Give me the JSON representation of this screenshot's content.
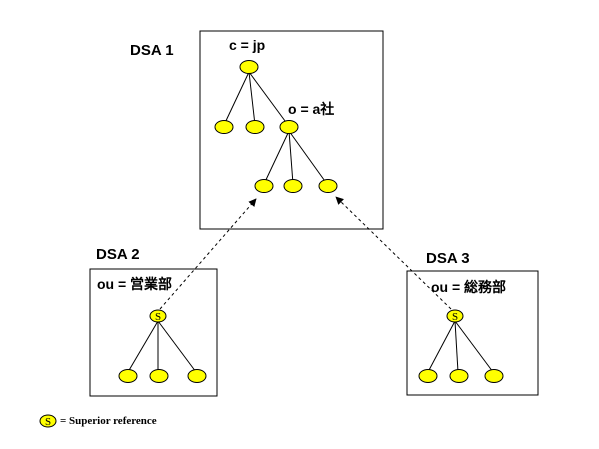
{
  "dsa1": {
    "title": "DSA 1",
    "root_label": "c = jp",
    "node_label": "o = a社"
  },
  "dsa2": {
    "title": "DSA 2",
    "label": "ou = 営業部"
  },
  "dsa3": {
    "title": "DSA 3",
    "label": "ou = 総務部"
  },
  "legend": {
    "symbol": "S",
    "text": "= Superior reference"
  },
  "colors": {
    "node_fill": "#ffff00",
    "node_stroke": "#000000",
    "line": "#000000",
    "background": "#ffffff"
  },
  "icons": {
    "node": "yellow-ellipse",
    "superior_reference": "s-ellipse-icon",
    "arrow": "dashed-arrow"
  }
}
